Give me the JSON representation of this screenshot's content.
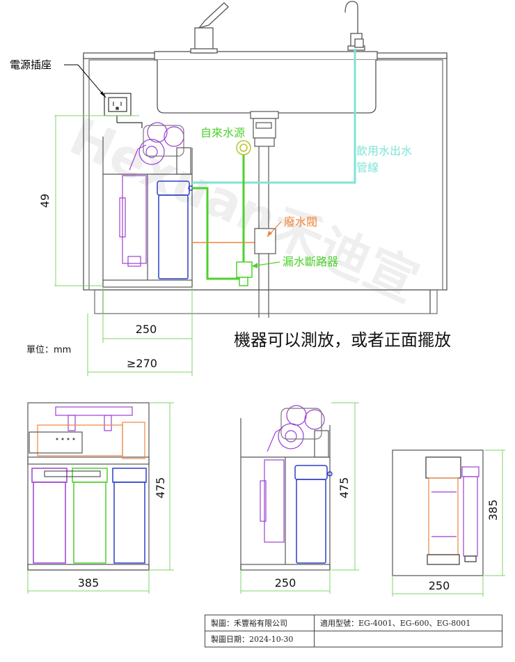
{
  "labels": {
    "power_socket": "電源插座",
    "tap_water_source": "自來水源",
    "drinking_water_line_1": "飲用水出水",
    "drinking_water_line_2": "管線",
    "waste_valve": "廢水閥",
    "leak_breaker": "漏水斷路器",
    "placement_note": "機器可以測放，或者正面擺放",
    "unit": "單位：mm",
    "watermark": "Hexuan禾迪宣"
  },
  "dimensions": {
    "main_height": "49",
    "main_width_inner": "250",
    "main_width_min": "≥270",
    "front_width": "385",
    "front_height": "475",
    "side_width": "250",
    "side_height": "475",
    "top_width": "250",
    "top_depth": "385"
  },
  "title_block": {
    "maker": "製圖：禾豐裕有限公司",
    "models": "適用型號：EG-4001、EG-600、EG-8001",
    "date": "製圖日期：2024-10-30",
    "blank": ""
  },
  "colors": {
    "tap_water": "#4cd12c",
    "drinking_water": "#7fe3d6",
    "waste_water": "#f0843c",
    "dimension": "#7fd36a",
    "filter_blue": "#2c3fc9",
    "filter_purple": "#9b3fd1"
  }
}
